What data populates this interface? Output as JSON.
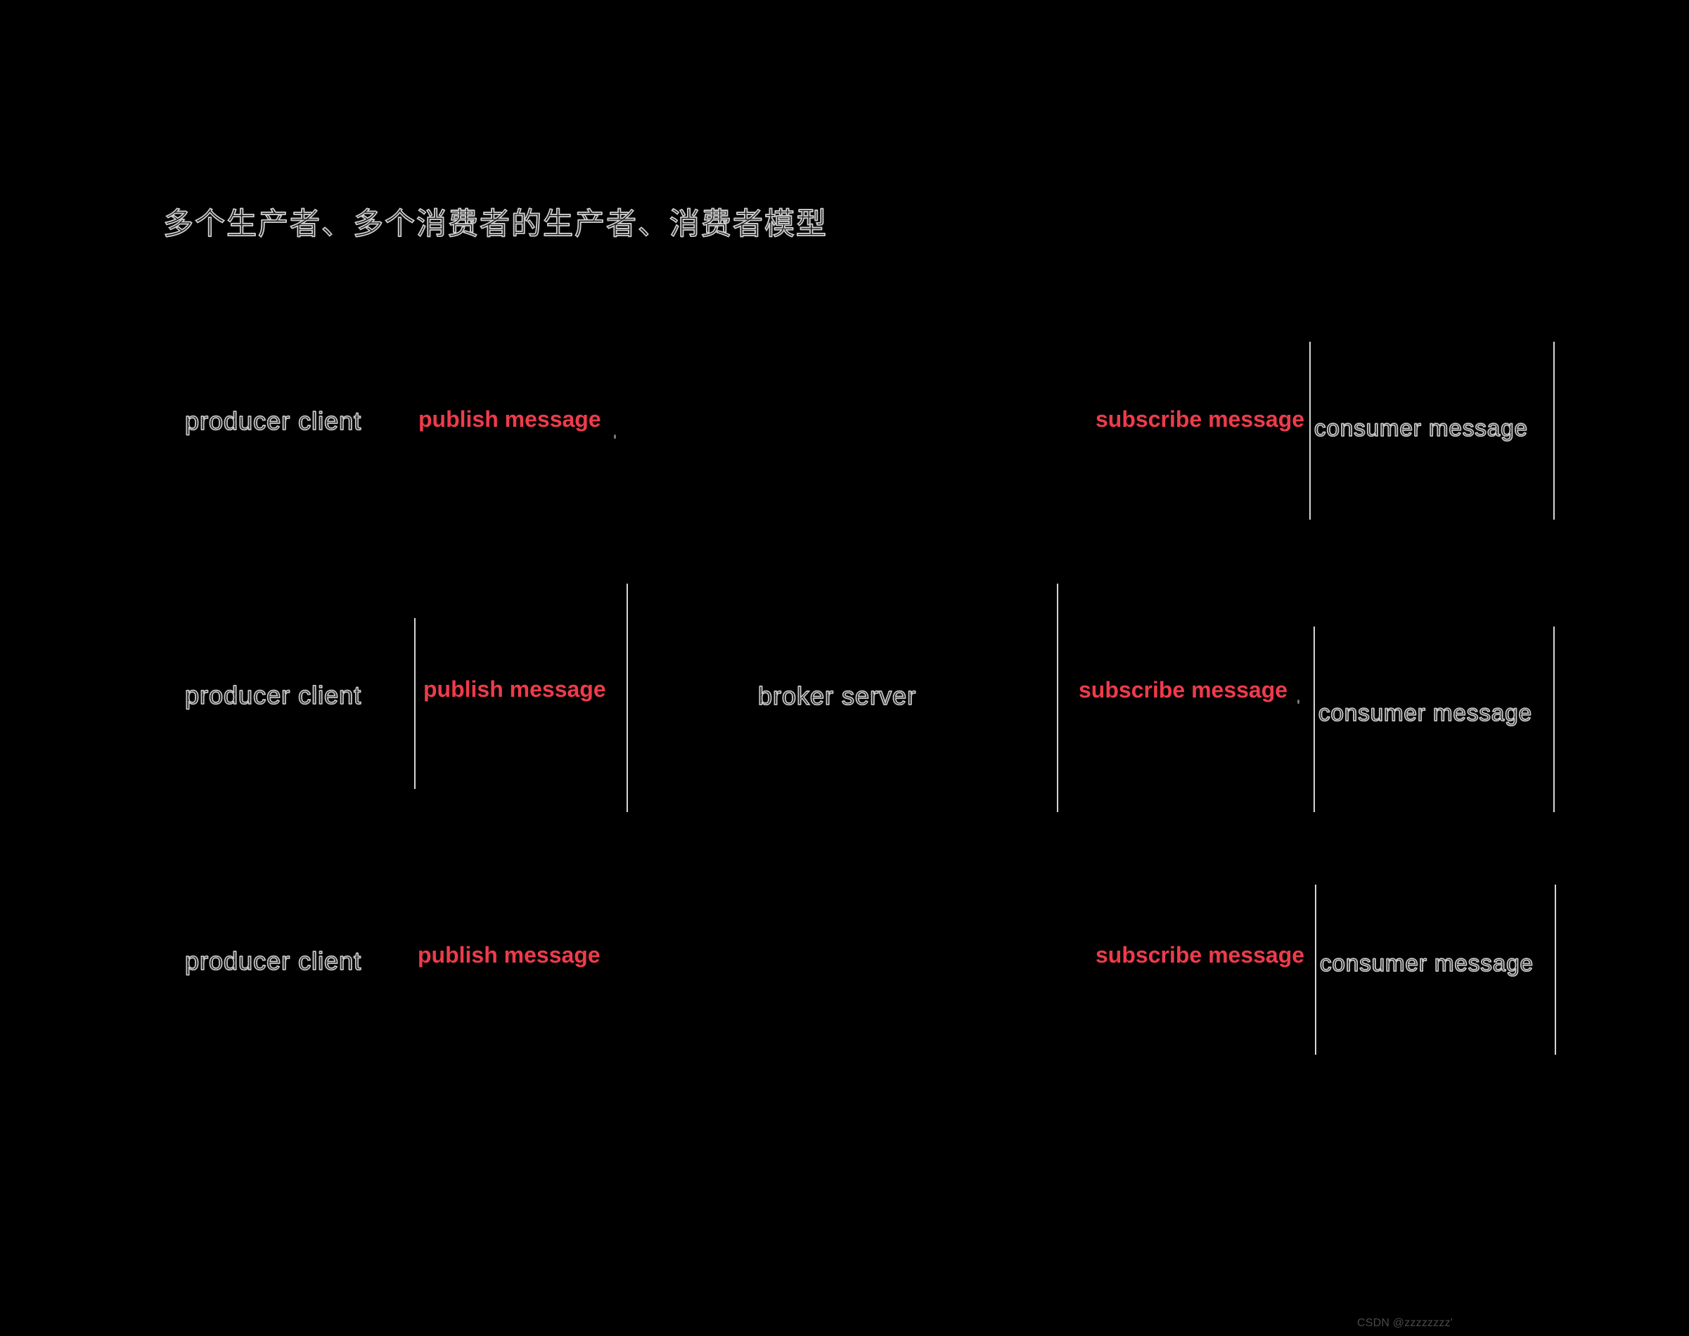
{
  "diagram": {
    "title": "多个生产者、多个消费者的生产者、消费者模型",
    "background_color": "#000000",
    "accent_color": "#ee3b4b",
    "text_color": "#c9c9c9",
    "rule_color": "#d6d6d6",
    "type": "pub-sub-architecture"
  },
  "rows": [
    {
      "producer_label": "producer client",
      "publish_label": "publish message",
      "subscribe_label": "subscribe message",
      "consumer_label": "consumer message"
    },
    {
      "producer_label": "producer client",
      "publish_label": "publish message",
      "broker_label": "broker server",
      "subscribe_label": "subscribe message",
      "consumer_label": "consumer message"
    },
    {
      "producer_label": "producer client",
      "publish_label": "publish message",
      "subscribe_label": "subscribe message",
      "consumer_label": "consumer message"
    }
  ],
  "broker": {
    "label": "broker server"
  },
  "watermark": {
    "text": "CSDN @zzzzzzzz'"
  }
}
